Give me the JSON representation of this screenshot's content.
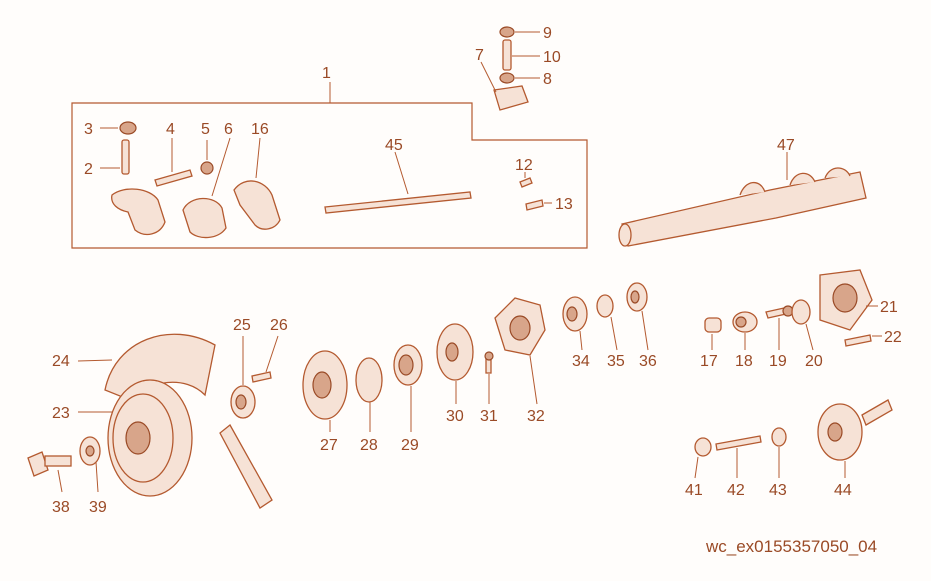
{
  "diagram": {
    "callouts": [
      "1",
      "2",
      "3",
      "4",
      "5",
      "6",
      "7",
      "8",
      "9",
      "10",
      "12",
      "13",
      "16",
      "17",
      "18",
      "19",
      "20",
      "21",
      "22",
      "23",
      "24",
      "25",
      "26",
      "27",
      "28",
      "29",
      "30",
      "31",
      "32",
      "34",
      "35",
      "36",
      "38",
      "39",
      "41",
      "42",
      "43",
      "44",
      "45",
      "47"
    ],
    "caption": "wc_ex0155357050_04",
    "colors": {
      "line": "#b45a30",
      "fill": "#f6e2d6",
      "text": "#9a4a26"
    }
  }
}
